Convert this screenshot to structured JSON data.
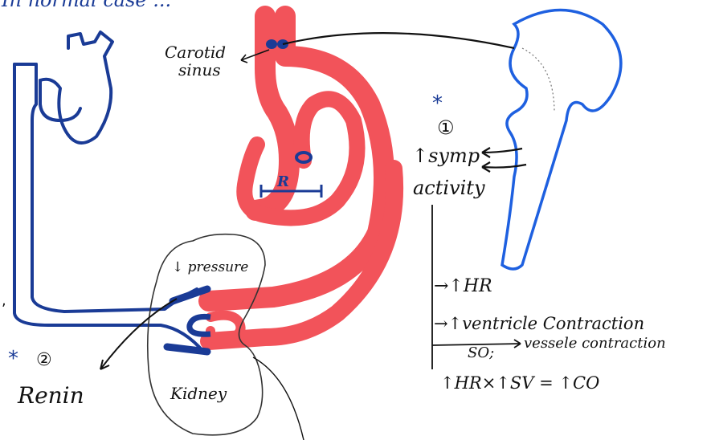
{
  "header_text": "In normal case ...",
  "labels": {
    "carotid_line1": "Carotid",
    "carotid_line2": "sinus",
    "resistance": "R",
    "pressure": "↓ pressure",
    "kidney": "Kidney",
    "renin": "Renin",
    "star": "*",
    "step1": "①",
    "step2": "②",
    "symp_line1": "↑symp",
    "symp_line2": "activity",
    "effect_hr": "→↑HR",
    "effect_ventricle": "→↑ventricle  Contraction",
    "effect_vessel": "vessele contraction",
    "so": "SO;",
    "equation": "↑HR×↑SV = ↑CO"
  },
  "colors": {
    "artery": "#f2535a",
    "vein": "#1a3b96",
    "brain": "#1e60e0",
    "ink": "#111111"
  }
}
